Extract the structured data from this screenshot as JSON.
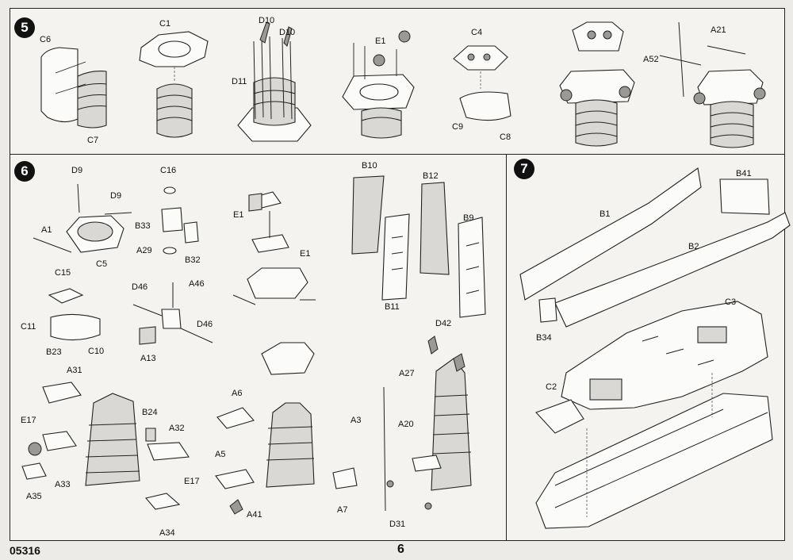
{
  "steps": {
    "five": "5",
    "six": "6",
    "seven": "7"
  },
  "labels": {
    "step5": {
      "c6": "C6",
      "c7": "C7",
      "c1": "C1",
      "d10a": "D10",
      "d10b": "D10",
      "d11": "D11",
      "e1": "E1",
      "c4": "C4",
      "c9": "C9",
      "c8": "C8",
      "a21": "A21",
      "a52": "A52"
    },
    "step6": {
      "d9a": "D9",
      "d9b": "D9",
      "a1": "A1",
      "c5": "C5",
      "c16": "C16",
      "b33": "B33",
      "a29": "A29",
      "b32": "B32",
      "c15": "C15",
      "c11": "C11",
      "c10": "C10",
      "d46a": "D46",
      "a46": "A46",
      "d46b": "D46",
      "a13": "A13",
      "e1a": "E1",
      "e1b": "E1",
      "b10": "B10",
      "b12": "B12",
      "b9": "B9",
      "b11": "B11",
      "b23": "B23",
      "a31": "A31",
      "e17a": "E17",
      "b24": "B24",
      "a32": "A32",
      "e17b": "E17",
      "a33": "A33",
      "a35": "A35",
      "a34": "A34",
      "a6": "A6",
      "a5": "A5",
      "a41": "A41",
      "a7": "A7",
      "d42": "D42",
      "a27": "A27",
      "a3": "A3",
      "a20": "A20",
      "d31": "D31"
    },
    "step7": {
      "b41": "B41",
      "b1": "B1",
      "b2": "B2",
      "c3": "C3",
      "b34": "B34",
      "c2": "C2"
    }
  },
  "footer": {
    "code": "05316",
    "page": "6"
  }
}
